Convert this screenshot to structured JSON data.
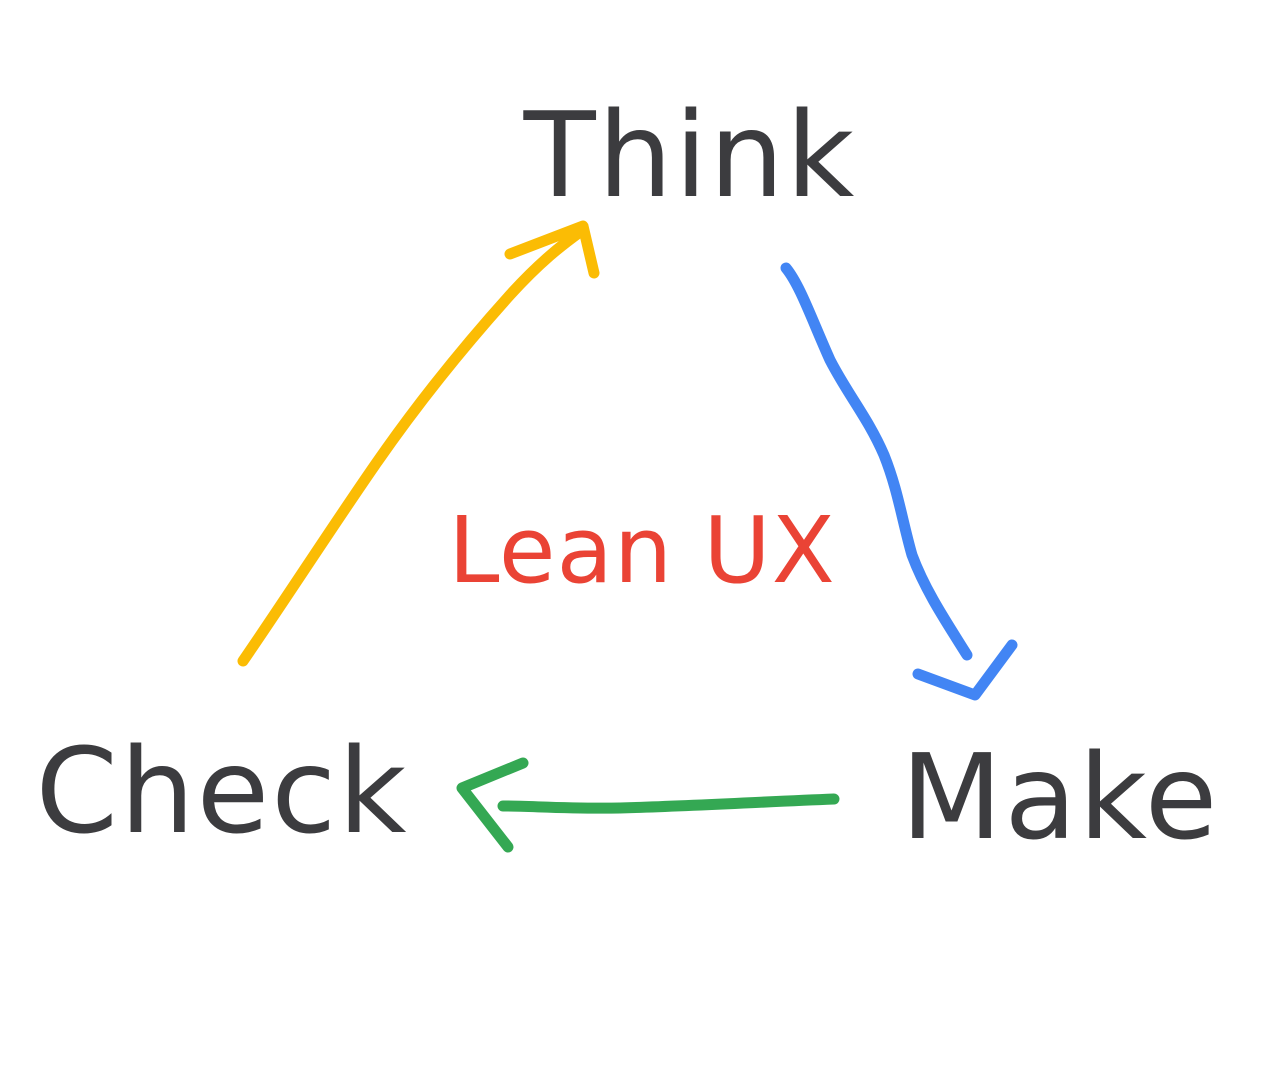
{
  "diagram": {
    "nodes": {
      "think": {
        "label": "Think"
      },
      "make": {
        "label": "Make"
      },
      "check": {
        "label": "Check"
      }
    },
    "center": {
      "label": "Lean UX"
    },
    "edges": [
      {
        "from": "think",
        "to": "make",
        "color": "#4285f4"
      },
      {
        "from": "make",
        "to": "check",
        "color": "#34a853"
      },
      {
        "from": "check",
        "to": "think",
        "color": "#fbbc04"
      }
    ],
    "colors": {
      "node_text": "#3c3c3f",
      "center_text": "#ea4335",
      "background": "#ffffff"
    }
  }
}
